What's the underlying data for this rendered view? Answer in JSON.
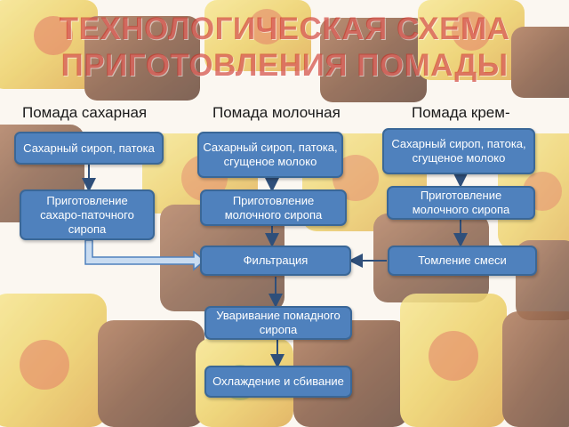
{
  "slide": {
    "title_line1": "ТЕХНОЛОГИЧЕСКАЯ СХЕМА",
    "title_line2": "ПРИГОТОВЛЕНИЯ ПОМАДЫ",
    "columns": {
      "sugar": "Помада сахарная",
      "milk": "Помада молочная",
      "cream": "Помада крем-"
    }
  },
  "flow": {
    "sugar_syrup": "Сахарный сироп, патока",
    "sugar_prep": "Приготовление сахаро-паточного сиропа",
    "milk_syrup": "Сахарный сироп, патока, сгущеное молоко",
    "milk_prep": "Приготовление молочного сиропа",
    "cream_syrup": "Сахарный сироп, патока, сгущеное молоко",
    "cream_prep": "Приготовление молочного сиропа",
    "filtration": "Фильтрация",
    "simmer": "Томление смеси",
    "boiling": "Уваривание помадного сиропа",
    "cooling": "Охлаждение и сбивание"
  },
  "colors": {
    "box_fill": "#4f81bd",
    "box_border": "#3a6797",
    "title": "#cd3026"
  }
}
